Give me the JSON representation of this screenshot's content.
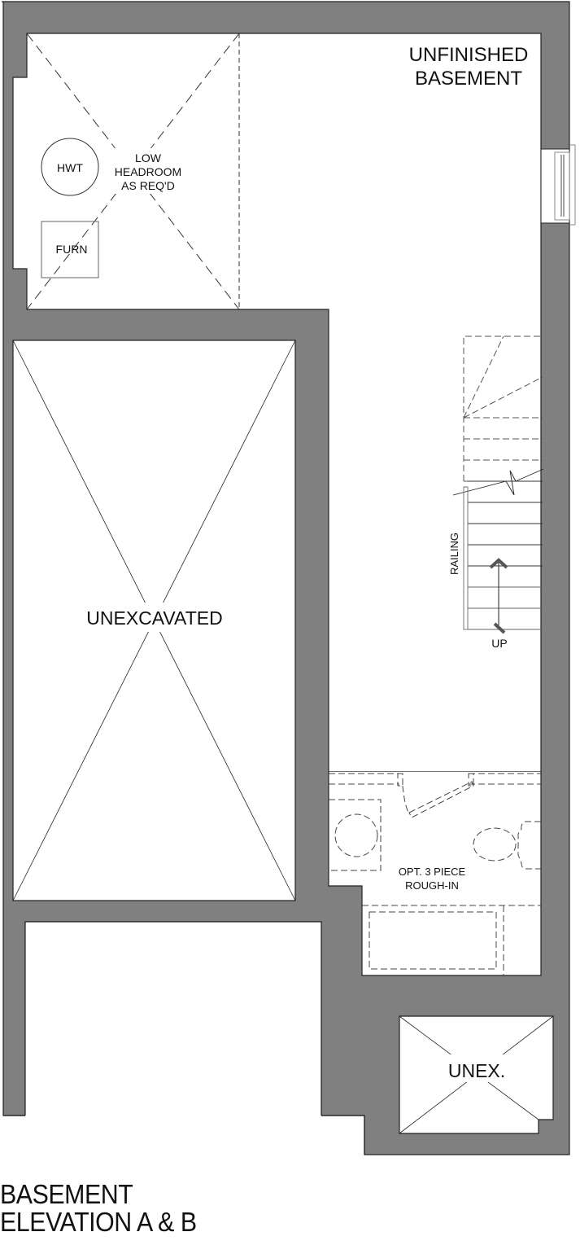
{
  "plan": {
    "title_line1": "BASEMENT",
    "title_line2": "ELEVATION A & B",
    "colors": {
      "wall": "#808080",
      "line": "#222222",
      "dashed": "#444444",
      "background": "#ffffff"
    }
  },
  "rooms": {
    "unfinished_basement": {
      "line1": "UNFINISHED",
      "line2": "BASEMENT"
    },
    "low_headroom": {
      "line1": "LOW",
      "line2": "HEADROOM",
      "line3": "AS REQ'D"
    },
    "hwt": "HWT",
    "furnace": "FURN",
    "unexcavated": "UNEXCAVATED",
    "unex_small": "UNEX.",
    "bathroom": {
      "line1": "OPT. 3 PIECE",
      "line2": "ROUGH-IN"
    }
  },
  "stairs": {
    "railing_label": "RAILING",
    "direction_label": "UP"
  }
}
